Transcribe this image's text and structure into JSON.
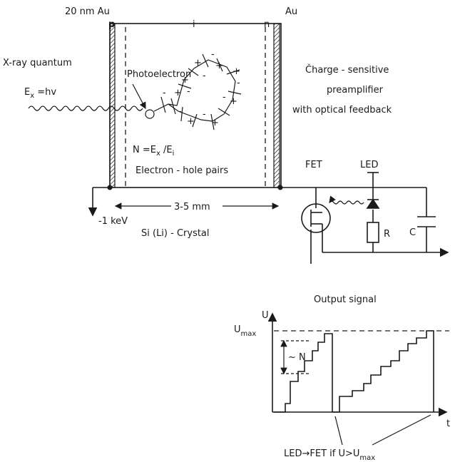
{
  "detector": {
    "left_contact": "20 nm Au",
    "right_contact": "Au",
    "p_label": "p",
    "i_label": "i",
    "n_label": "n",
    "xray": "X-ray quantum",
    "energy": {
      "symbol": "E",
      "sub": "x",
      "rest": " =hv"
    },
    "photoelectron": "Photoelectron",
    "pairs_formula": {
      "a": "N =E",
      "sub1": "x",
      "b": " /E",
      "sub2": "i"
    },
    "pairs_label": "Electron - hole pairs",
    "width": "3-5 mm",
    "bias": "-1 keV",
    "crystal": "Si (Li) - Crystal"
  },
  "preamp": {
    "title_line1": "Čharge - sensitive",
    "title_line2": "preamplifier",
    "title_line3": "with optical feedback",
    "fet": "FET",
    "led": "LED",
    "resistor": "R",
    "capacitor": "C"
  },
  "output": {
    "title": "Output signal",
    "y_axis": "U",
    "x_axis": "t",
    "umax": {
      "base": "U",
      "sub": "max"
    },
    "step_label": "~ N",
    "reset": {
      "a": "LED",
      "arrow": "→",
      "b": "FET  if  U>U",
      "sub": "max"
    }
  }
}
